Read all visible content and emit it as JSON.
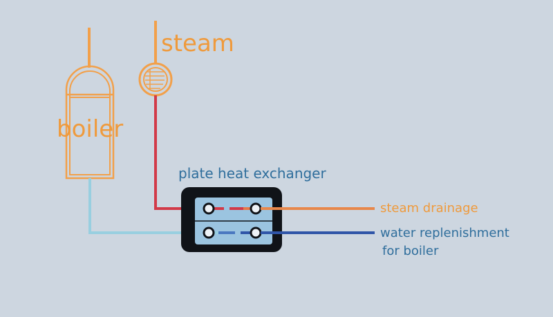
{
  "labels": {
    "steam": "steam",
    "boiler": "boiler",
    "exchanger": "plate heat exchanger",
    "drainage": "steam drainage",
    "replenish_line1": "water replenishment",
    "replenish_line2": "for boiler"
  },
  "colors": {
    "background": "#cdd6e0",
    "orange": "#f2a04a",
    "orange_text": "#ef9a3c",
    "red": "#d23a48",
    "light_blue": "#98cfe0",
    "dark_blue": "#2f55a8",
    "blue_text": "#2f6e9c",
    "exchanger_body": "#101318",
    "exchanger_face": "#9bc4e0"
  },
  "icons": [
    "steam-trap-icon",
    "boiler-icon",
    "plate-heat-exchanger-icon"
  ]
}
